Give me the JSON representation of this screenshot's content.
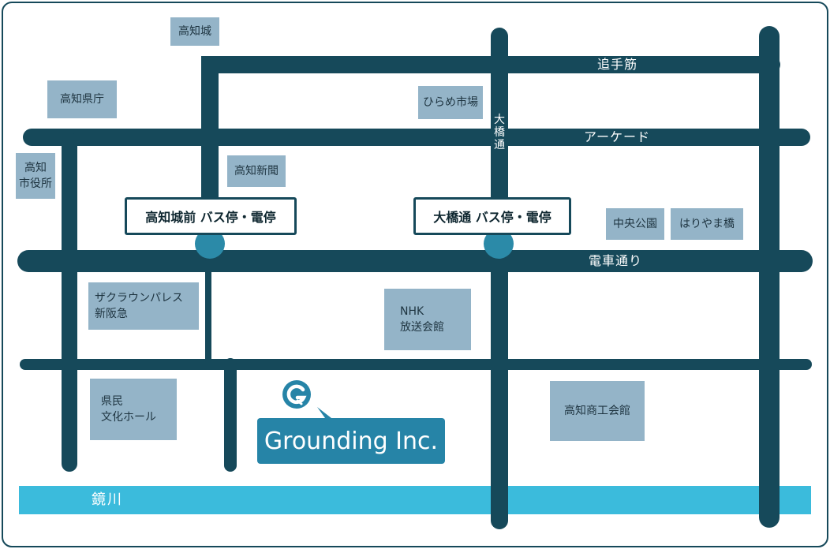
{
  "colors": {
    "road": "#16495a",
    "river": "#3bbbdc",
    "building": "#94b4c8",
    "company": "#2684a7",
    "stop_marker": "#2b8aa8"
  },
  "landmarks": {
    "kochi_castle": "高知城",
    "prefectural_office": "高知県庁",
    "city_hall": "高知\n市役所",
    "kochi_shimbun": "高知新聞",
    "hirome_market": "ひらめ市場",
    "chuo_park": "中央公園",
    "harimaya_bridge": "はりやま橋",
    "crown_palace": "ザクラウンパレス\n新阪急",
    "nhk": "NHK\n放送会館",
    "kenmin_hall": "県民\n文化ホール",
    "chamber": "高知商工会館"
  },
  "streets": {
    "otesuji": "追手筋",
    "arcade": "アーケード",
    "ohashidori": "大\n橋\n通",
    "densha_dori": "電車通り"
  },
  "bus_stops": {
    "kochijo_mae": "高知城前 バス停・電停",
    "ohashidori": "大橋通 バス停・電停"
  },
  "river": "鏡川",
  "company": {
    "name": "Grounding Inc.",
    "logo_icon": "g-speech-bubble-icon"
  }
}
